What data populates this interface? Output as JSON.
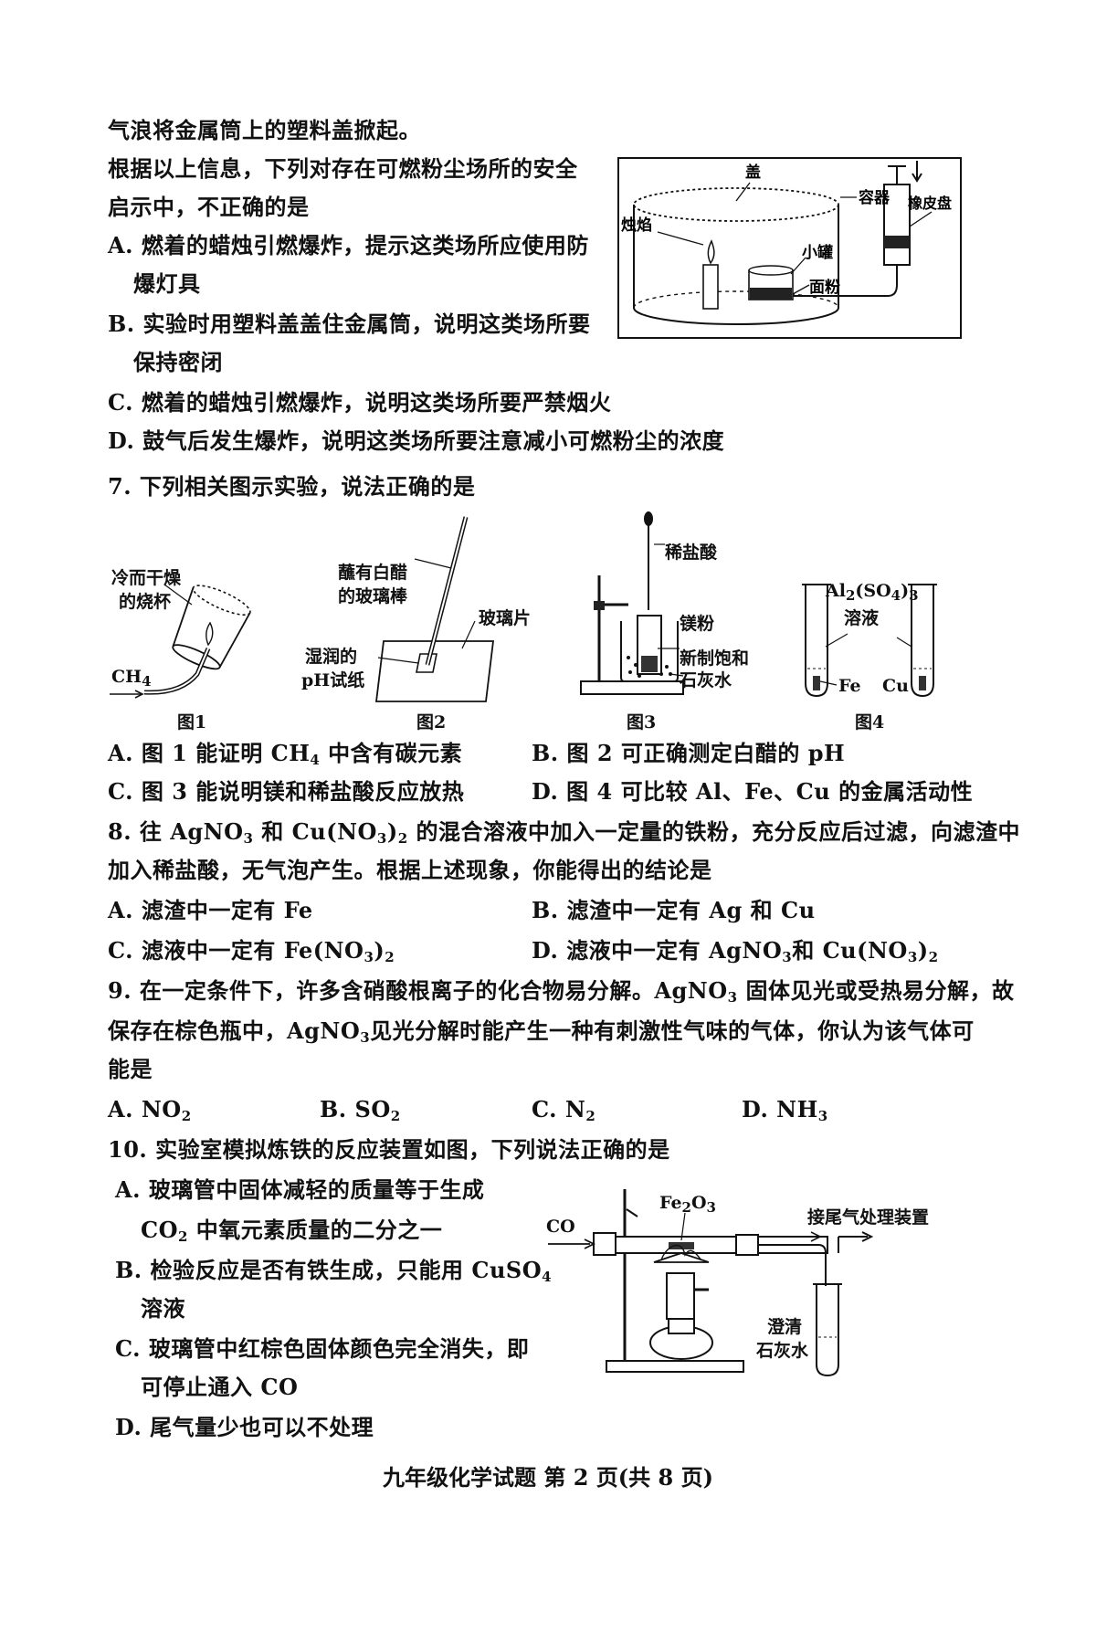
{
  "q6": {
    "line0": "气浪将金属筒上的塑料盖掀起。",
    "line1": "根据以上信息，下列对存在可燃粉尘场所的安全",
    "line2": "启示中，不正确的是",
    "optA1": "A. 燃着的蜡烛引燃爆炸，提示这类场所应使用防",
    "optA2": "爆灯具",
    "optB1": "B. 实验时用塑料盖盖住金属筒，说明这类场所要",
    "optB2": "保持密闭",
    "optC": "C. 燃着的蜡烛引燃爆炸，说明这类场所要严禁烟火",
    "optD": "D. 鼓气后发生爆炸，说明这类场所要注意减小可燃粉尘的浓度",
    "figure": {
      "lid": "盖",
      "container": "容器",
      "rubber": "橡皮盘",
      "candle": "烛焰",
      "can": "小罐",
      "flour": "面粉"
    }
  },
  "q7": {
    "stem": "7. 下列相关图示实验，说法正确的是",
    "fig1": {
      "caption": "图1",
      "beaker": [
        "冷而干燥",
        "的烧杯"
      ],
      "gas": "CH"
    },
    "fig2": {
      "caption": "图2",
      "rod": [
        "蘸有白醋",
        "的玻璃棒"
      ],
      "glass": "玻璃片",
      "paper": [
        "湿润的",
        "pH试纸"
      ]
    },
    "fig3": {
      "caption": "图3",
      "acid": "稀盐酸",
      "mg": "镁粉",
      "lime": [
        "新制饱和",
        "石灰水"
      ]
    },
    "fig4": {
      "caption": "图4",
      "sol": "溶液",
      "fe": "Fe",
      "cu": "Cu"
    },
    "optA": "A. 图 1 能证明 CH",
    "optA_end": " 中含有碳元素",
    "optB": "B. 图 2 可正确测定白醋的 pH",
    "optC": "C. 图 3 能说明镁和稀盐酸反应放热",
    "optD": "D. 图 4 可比较 Al、Fe、Cu 的金属活动性"
  },
  "q8": {
    "stem1a": "8. 往 AgNO",
    "stem1b": " 和 Cu(NO",
    "stem1c": ")",
    "stem1d": " 的混合溶液中加入一定量的铁粉，充分反应后过滤，向滤渣中",
    "stem2": "加入稀盐酸，无气泡产生。根据上述现象，你能得出的结论是",
    "optA": "A. 滤渣中一定有 Fe",
    "optB": "B. 滤渣中一定有 Ag 和 Cu",
    "optC": "C. 滤液中一定有 Fe(NO",
    "optD": "D. 滤液中一定有 AgNO",
    "optD_mid": "和 Cu(NO"
  },
  "q9": {
    "stem1": "9. 在一定条件下，许多含硝酸根离子的化合物易分解。AgNO",
    "stem1_end": " 固体见光或受热易分解，故",
    "stem2a": "保存在棕色瓶中，AgNO",
    "stem2b": "见光分解时能产生一种有刺激性气味的气体，你认为该气体可",
    "stem3": "能是",
    "optA": "A. NO",
    "optB": "B.  SO",
    "optC": "C.  N",
    "optD": "D. NH"
  },
  "q10": {
    "stem": "10. 实验室模拟炼铁的反应装置如图，下列说法正确的是",
    "optA1": "A. 玻璃管中固体减轻的质量等于生成",
    "optA2a": "CO",
    "optA2b": " 中氧元素质量的二分之一",
    "optB1": "B. 检验反应是否有铁生成，只能用 CuSO",
    "optB2": "溶液",
    "optC1": "C. 玻璃管中红棕色固体颜色完全消失，即",
    "optC2": "可停止通入 CO",
    "optD": "D. 尾气量少也可以不处理",
    "figure": {
      "co": "CO",
      "fe": "Fe",
      "tail": "接尾气处理装置",
      "lime": [
        "澄清",
        "石灰水"
      ]
    }
  },
  "footer": "九年级化学试题 第 2 页(共 8 页)"
}
